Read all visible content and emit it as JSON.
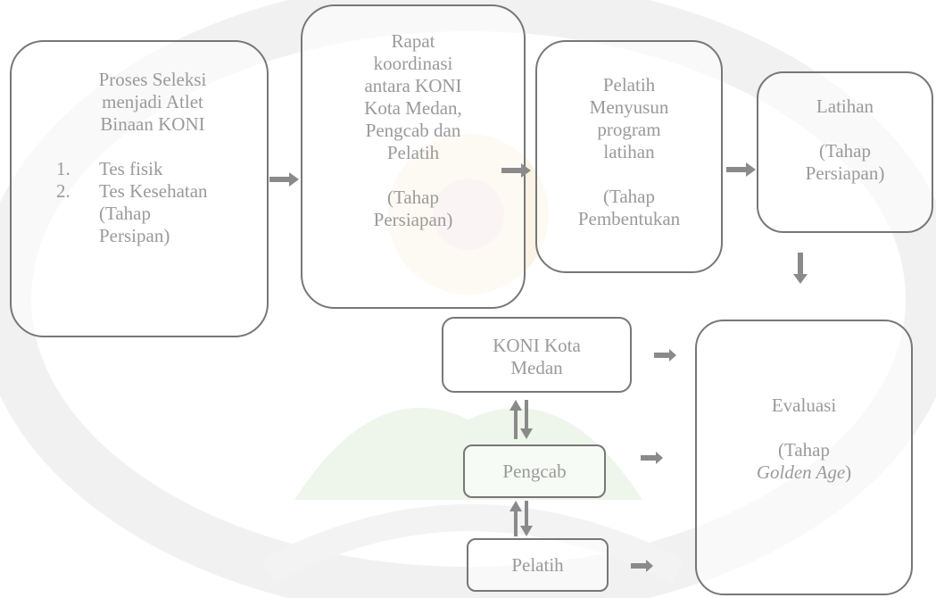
{
  "colors": {
    "border": "#777777",
    "text": "#9a9a9a",
    "arrow": "#8a8a8a"
  },
  "boxes": {
    "seleksi": {
      "title_lines": [
        "Proses Seleksi",
        "menjadi Atlet",
        "Binaan KONI"
      ],
      "items": [
        {
          "num": "1.",
          "text": "Tes fisik"
        },
        {
          "num": "2.",
          "text": "Tes Kesehatan"
        }
      ],
      "stage_lines": [
        "(Tahap",
        "Persipan)"
      ]
    },
    "rapat": {
      "title_lines": [
        "Rapat",
        "koordinasi",
        "antara KONI",
        "Kota Medan,",
        "Pengcab dan",
        "Pelatih"
      ],
      "stage_lines": [
        "(Tahap",
        "Persiapan)"
      ]
    },
    "pelatih_program": {
      "title_lines": [
        "Pelatih",
        "Menyusun",
        "program",
        "latihan"
      ],
      "stage_lines": [
        "(Tahap",
        "Pembentukan"
      ]
    },
    "latihan": {
      "title": "Latihan",
      "stage_lines": [
        "(Tahap",
        "Persiapan)"
      ]
    },
    "koni": {
      "lines": [
        "KONI Kota",
        "Medan"
      ]
    },
    "pengcab": {
      "label": "Pengcab"
    },
    "pelatih": {
      "label": "Pelatih"
    },
    "evaluasi": {
      "title": "Evaluasi",
      "stage_open": "(Tahap",
      "stage_italic": "Golden Age",
      "stage_close": ")"
    }
  },
  "icons": {
    "horizontal": "right-arrow-icon",
    "vertical": "down-arrow-icon",
    "bidirectional": "up-down-arrows-icon"
  }
}
